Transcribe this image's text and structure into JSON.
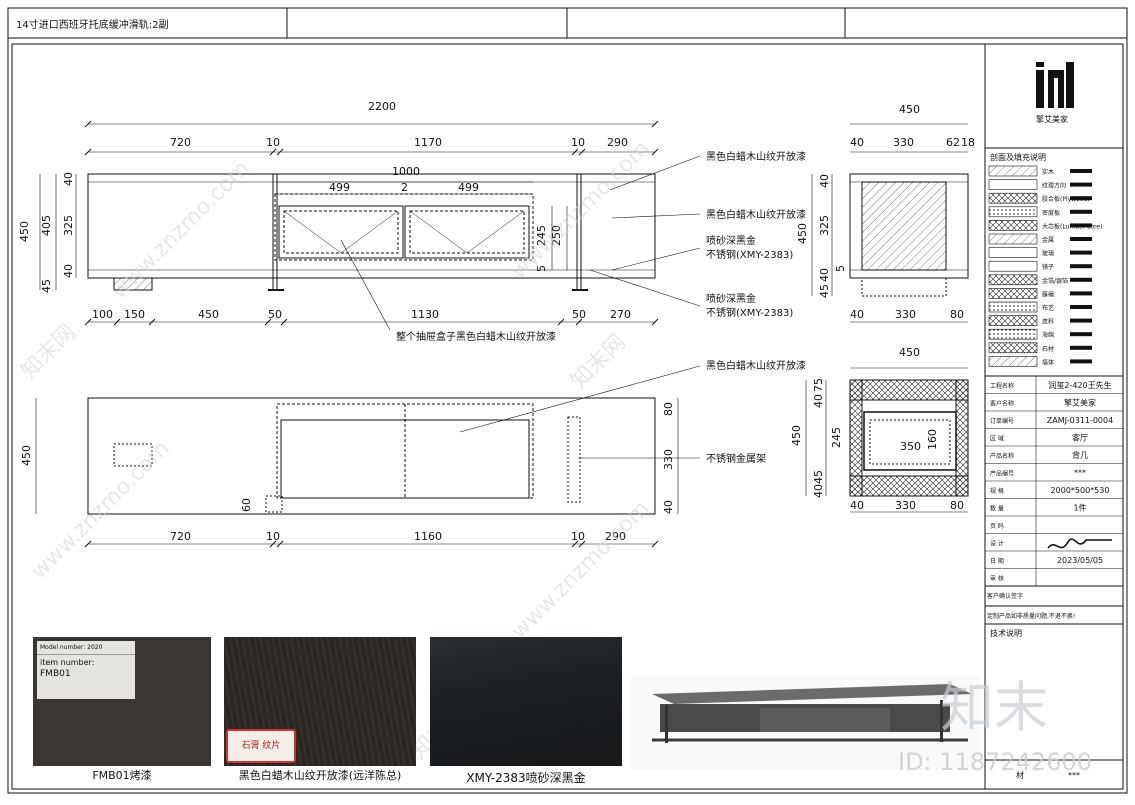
{
  "header": {
    "title": "14寸进口西班牙托底缓冲滑轨:2副"
  },
  "front_view": {
    "overall_width": "2200",
    "segments_top": [
      "720",
      "10",
      "1170",
      "10",
      "290"
    ],
    "drawer_width": "1000",
    "drawer_halves": [
      "499",
      "2",
      "499"
    ],
    "height_total": "450",
    "heights": [
      "405",
      "45"
    ],
    "heights_inner": [
      "40",
      "325",
      "40"
    ],
    "drawer_heights": [
      "245",
      "250",
      "5"
    ],
    "segments_bottom": [
      "100",
      "150",
      "450",
      "50",
      "1130",
      "50",
      "270"
    ]
  },
  "labels": {
    "finish1": "黑色白蜡木山纹开放漆",
    "finish2": "黑色白蜡木山纹开放漆",
    "steel1_a": "喷砂深黑金",
    "steel1_b": "不锈钢(XMY-2383)",
    "steel2_a": "喷砂深黑金",
    "steel2_b": "不锈钢(XMY-2383)",
    "drawer_box": "整个抽屉盒子黑色白蜡木山纹开放漆",
    "finish3": "黑色白蜡木山纹开放漆",
    "steel_frame": "不锈钢金属架"
  },
  "top_view": {
    "height": "450",
    "segments": [
      "720",
      "10",
      "1160",
      "10",
      "290"
    ],
    "right_heights": [
      "80",
      "330",
      "40"
    ],
    "small": "60"
  },
  "side_view": {
    "width": "450",
    "segments_top": [
      "40",
      "330",
      "62",
      "18"
    ],
    "heights": [
      "40",
      "325",
      "45",
      "40",
      "5"
    ],
    "height_total": "450",
    "segments_bottom": [
      "40",
      "330",
      "80"
    ]
  },
  "section_view": {
    "width": "450",
    "heights": [
      "75",
      "40",
      "245",
      "45",
      "40"
    ],
    "height_total": "450",
    "inner_width": "350",
    "inner_height": "160",
    "segments_bottom": [
      "40",
      "330",
      "80"
    ]
  },
  "title_block": {
    "brand": "擎艾美家",
    "legend_title": "剖面及填充说明",
    "legend_items": [
      "实木",
      "纹理方向",
      "胶合板(Plywood)",
      "密度板",
      "大芯板(Lumber core)",
      "金属",
      "玻璃",
      "镜子",
      "金箔/银箔",
      "藤编",
      "布艺",
      "皮料",
      "海绵",
      "石材",
      "墙体"
    ],
    "rows": [
      {
        "label": "工程名称",
        "value": "润玺2-420王先生"
      },
      {
        "label": "客户名称",
        "value": "擎艾美家"
      },
      {
        "label": "订单编号",
        "value": "ZAMJ-0311-0004"
      },
      {
        "label": "区  域",
        "value": "客厅"
      },
      {
        "label": "产品名称",
        "value": "背几"
      },
      {
        "label": "产品编号",
        "value": "***"
      },
      {
        "label": "规  格",
        "value": "2000*500*530"
      },
      {
        "label": "数  量",
        "value": "1件"
      },
      {
        "label": "页  码",
        "value": ""
      },
      {
        "label": "设  计",
        "value": ""
      },
      {
        "label": "日  期",
        "value": "2023/05/05"
      },
      {
        "label": "审  核",
        "value": ""
      }
    ],
    "client_confirm": "客户确认签字",
    "notice": "定制产品如非质量问题,不退不换!",
    "tech_note": "技术说明",
    "material_label": "材",
    "material_value": "***"
  },
  "samples": [
    {
      "caption": "FMB01烤漆",
      "model_line": "Model number: 2020",
      "item_label": "item number:",
      "item_value": "FMB01"
    },
    {
      "caption": "黑色白蜡木山纹开放漆(远洋陈总)",
      "tag": "石膏 纹片"
    },
    {
      "caption": "XMY-2383喷砂深黑金"
    }
  ],
  "watermark": {
    "site": "www.znzmo.com",
    "brand": "知末网",
    "logo": "知末",
    "id": "ID: 1187242600"
  },
  "colors": {
    "line": "#111111",
    "dark_sample": "#3a3634",
    "wood_sample": "#2a2624",
    "metal_sample": "#1d2023",
    "watermark": "#cfd6dc"
  }
}
